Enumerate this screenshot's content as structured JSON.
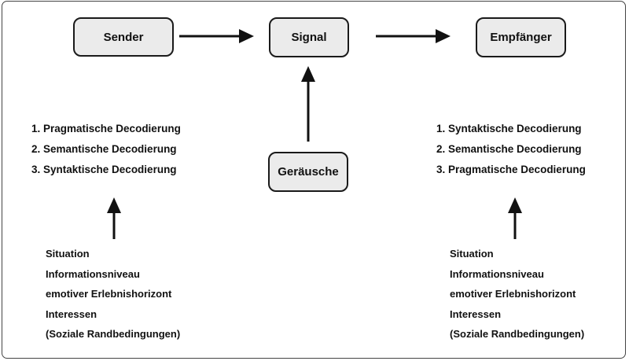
{
  "boxes": {
    "sender": "Sender",
    "signal": "Signal",
    "empfaenger": "Empfänger",
    "geraeusche": "Geräusche"
  },
  "sender_decoding": [
    "1. Pragmatische Decodierung",
    "2. Semantische Decodierung",
    "3. Syntaktische Decodierung"
  ],
  "receiver_decoding": [
    "1. Syntaktische Decodierung",
    "2. Semantische Decodierung",
    "3. Pragmatische Decodierung"
  ],
  "sender_factors": [
    "Situation",
    "Informationsniveau",
    "emotiver Erlebnishorizont",
    "Interessen",
    "(Soziale Randbedingungen)"
  ],
  "receiver_factors": [
    "Situation",
    "Informationsniveau",
    "emotiver Erlebnishorizont",
    "Interessen",
    "(Soziale Randbedingungen)"
  ]
}
